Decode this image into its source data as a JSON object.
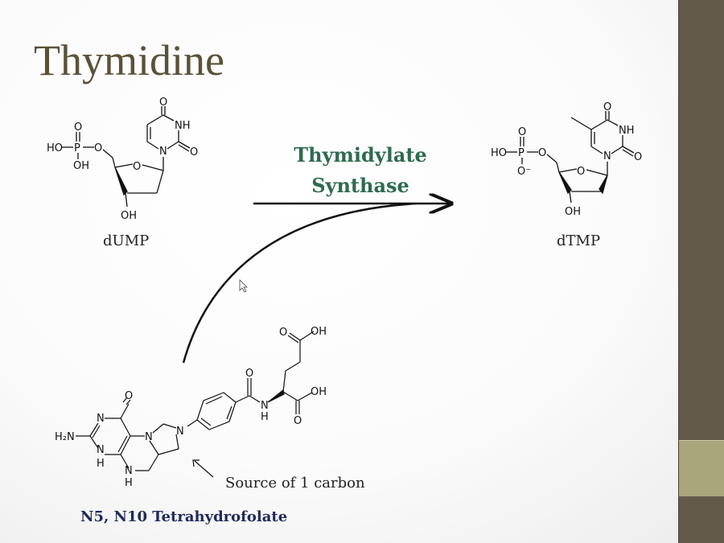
{
  "slide": {
    "title": "Thymidine",
    "enzyme": {
      "line1": "Thymidylate",
      "line2": "Synthase"
    },
    "substrate_label": "dUMP",
    "product_label": "dTMP",
    "annotation": "Source of 1 carbon",
    "cofactor_label": "N5, N10 Tetrahydrofolate",
    "atoms": {
      "ho": "HO",
      "oh": "OH",
      "p": "P",
      "o": "O",
      "n": "N",
      "nh": "NH",
      "h": "H",
      "h2n": "H₂N",
      "o_minus": "O⁻"
    }
  },
  "colors": {
    "title": "#5a5238",
    "enzyme": "#2e6b4f",
    "cofactor": "#1f2a5a",
    "sidebar": "#645a49",
    "sidebar_accent": "#a9a67c"
  }
}
